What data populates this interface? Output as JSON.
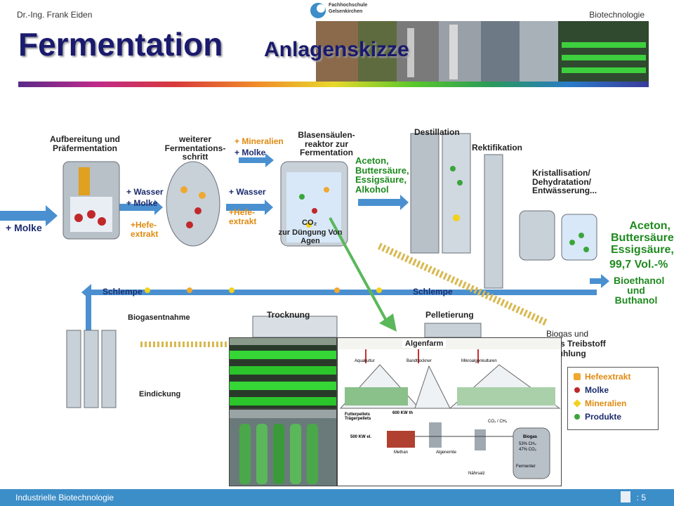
{
  "header": {
    "author": "Dr.-Ing. Frank Eiden",
    "logo_line1": "Fachhochschule",
    "logo_line2": "Gelsenkirchen",
    "subject": "Biotechnologie",
    "title_main": "Fermentation",
    "title_sub": "Anlagenskizze"
  },
  "process": {
    "step1": "Aufbereitung und Präfermentation",
    "step2": "weiterer Fermentations-schritt",
    "step3": "Blasensäulen-reaktor zur Fermentation",
    "step4": "Destillation",
    "step5": "Rektifikation",
    "step6": "Kristallisation/ Dehydratation/ Entwässerung...",
    "in_molke": "+ Molke",
    "in2_wasser": "+ Wasser",
    "in2_molke": "+ Molke",
    "in2_hefe": "+Hefe-extrakt",
    "in3_mineral": "+ Mineralien",
    "in3_molke": "+ Molke",
    "in3_wasser": "+ Wasser",
    "in3_hefe": "+Hefe-extrakt",
    "prod_mid": "Aceton, Buttersäure, Essigsäure, Alkohol",
    "prod_final": "Aceton, Buttersäure, Essigsäure,",
    "prod_vol": "99,7 Vol.-%",
    "bio_fuel": "Bioethanol und Buthanol",
    "co2": "CO₂",
    "co2_use": "zur Düngung Von Agen",
    "schlempe1": "Schlempe",
    "schlempe2": "Schlempe",
    "biogas_entnahme": "Biogasentnahme",
    "trocknung": "Trocknung",
    "pelletierung": "Pelletierung",
    "eindickung": "Eindickung",
    "biogas_line1": "Biogas und",
    "biogas_line2": "s als Treibstoff",
    "biogas_line3": "r Kühlung",
    "algenfarm": "Algenfarm"
  },
  "legend": {
    "items": [
      {
        "label": "Hefeextrakt",
        "color": "#f0a830"
      },
      {
        "label": "Molke",
        "color": "#c0282a"
      },
      {
        "label": "Mineralien",
        "color": "#f2d21c"
      },
      {
        "label": "Produkte",
        "color": "#3aa63a"
      }
    ]
  },
  "algae_schema": {
    "aquakultur": "Aquakultur",
    "bandtrockner": "Bandtrockner",
    "mikroalgen": "Mikroalgenkulturen",
    "futterpellets": "Futterpellets Trägerpellets",
    "kw_th": "600 KW th",
    "kw_el": "500 KW el.",
    "methan": "Methan",
    "algenernte": "Algenernte",
    "co2_ch4": "CO₂ / CH₄",
    "biogas": "Biogas",
    "ch4": "53% CH₄",
    "co2pct": "47% CO₂",
    "fermenter": "Fermenter",
    "naehrsalz": "Nährsalz"
  },
  "footer": {
    "left": "Industrielle Biotechnologie",
    "page": ": 5"
  },
  "colors": {
    "title": "#1a1a6e",
    "arrow_blue": "#4a90d0",
    "product_green": "#1f8a1f",
    "footer_bg": "#3c8ec8"
  }
}
